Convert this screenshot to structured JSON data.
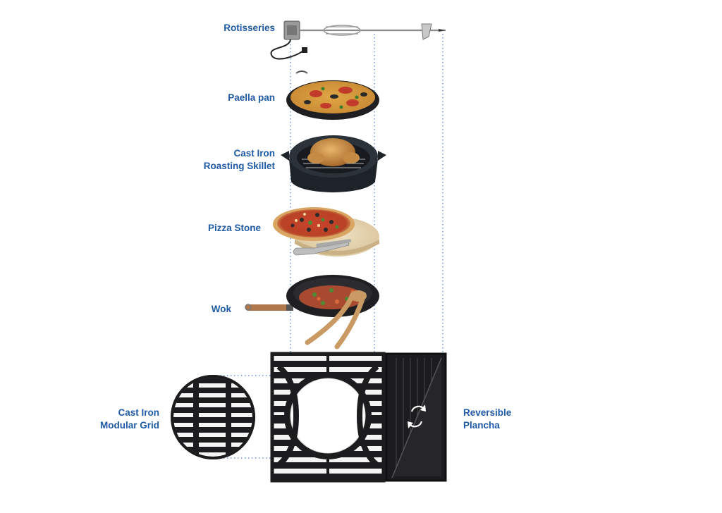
{
  "labels": {
    "rotisseries": "Rotisseries",
    "paella_pan": "Paella pan",
    "skillet_line1": "Cast Iron",
    "skillet_line2": "Roasting Skillet",
    "pizza_stone": "Pizza Stone",
    "wok": "Wok",
    "grid_line1": "Cast Iron",
    "grid_line2": "Modular Grid",
    "plancha_line1": "Reversible",
    "plancha_line2": "Plancha"
  },
  "colors": {
    "label": "#1f5aa6",
    "guide": "#4a7fc9",
    "iron": "#1c1c1e"
  }
}
